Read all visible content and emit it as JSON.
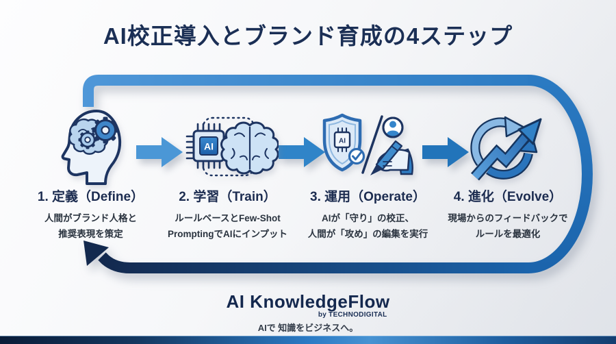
{
  "title": "AI校正導入とブランド育成の4ステップ",
  "steps": [
    {
      "label": "1. 定義（Define）",
      "desc1": "人間がブランド人格と",
      "desc2": "推奨表現を策定",
      "icon": "brain-gears-icon"
    },
    {
      "label": "2. 学習（Train）",
      "desc1": "ルールベースとFew-Shot",
      "desc2": "PromptingでAIにインプット",
      "icon": "ai-chip-brain-icon",
      "chip_label": "AI"
    },
    {
      "label": "3. 運用（Operate）",
      "desc1": "AIが「守り」の校正、",
      "desc2": "人間が「攻め」の編集を実行",
      "icon": "shield-editor-icon",
      "chip_label": "AI"
    },
    {
      "label": "4. 進化（Evolve）",
      "desc1": "現場からのフィードバックで",
      "desc2": "ルールを最適化",
      "icon": "cycle-growth-icon"
    }
  ],
  "footer": {
    "brand": "AI KnowledgeFlow",
    "byline": "by TECHNODIGITAL",
    "tagline": "AIで 知識をビジネスへ。"
  },
  "colors": {
    "title": "#1b2f55",
    "loop_start": "#4f97d8",
    "loop_mid": "#2b7ac2",
    "loop_deep": "#1b64ac",
    "loop_end": "#13294e",
    "arrow_1": "#4b97d6",
    "arrow_2": "#3084c8",
    "arrow_3": "#2274ba"
  }
}
